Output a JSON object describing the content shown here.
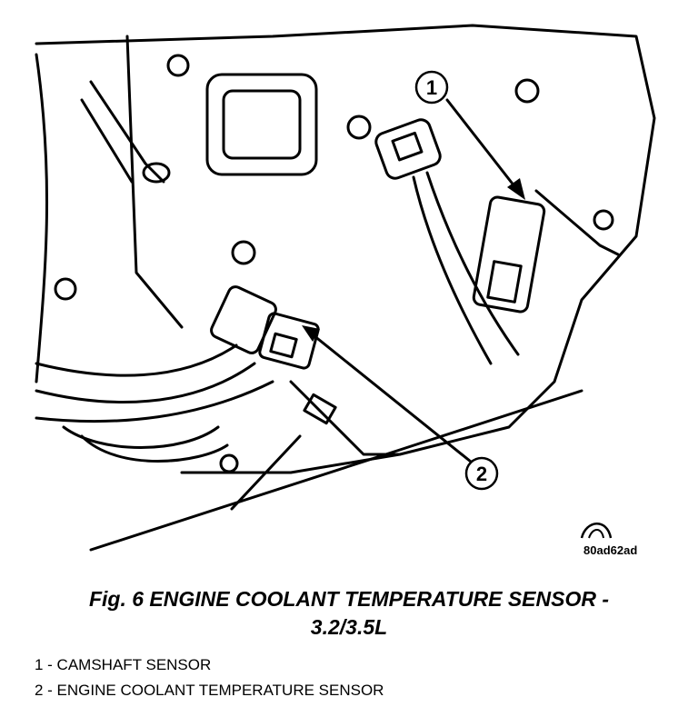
{
  "figure": {
    "callouts": [
      "1",
      "2"
    ],
    "reference_code": "80ad62ad"
  },
  "caption": {
    "line1": "Fig. 6 ENGINE COOLANT TEMPERATURE SENSOR -",
    "line2": "3.2/3.5L"
  },
  "legend": [
    {
      "number": "1",
      "text": "1 - CAMSHAFT SENSOR"
    },
    {
      "number": "2",
      "text": "2 - ENGINE COOLANT TEMPERATURE SENSOR"
    }
  ]
}
